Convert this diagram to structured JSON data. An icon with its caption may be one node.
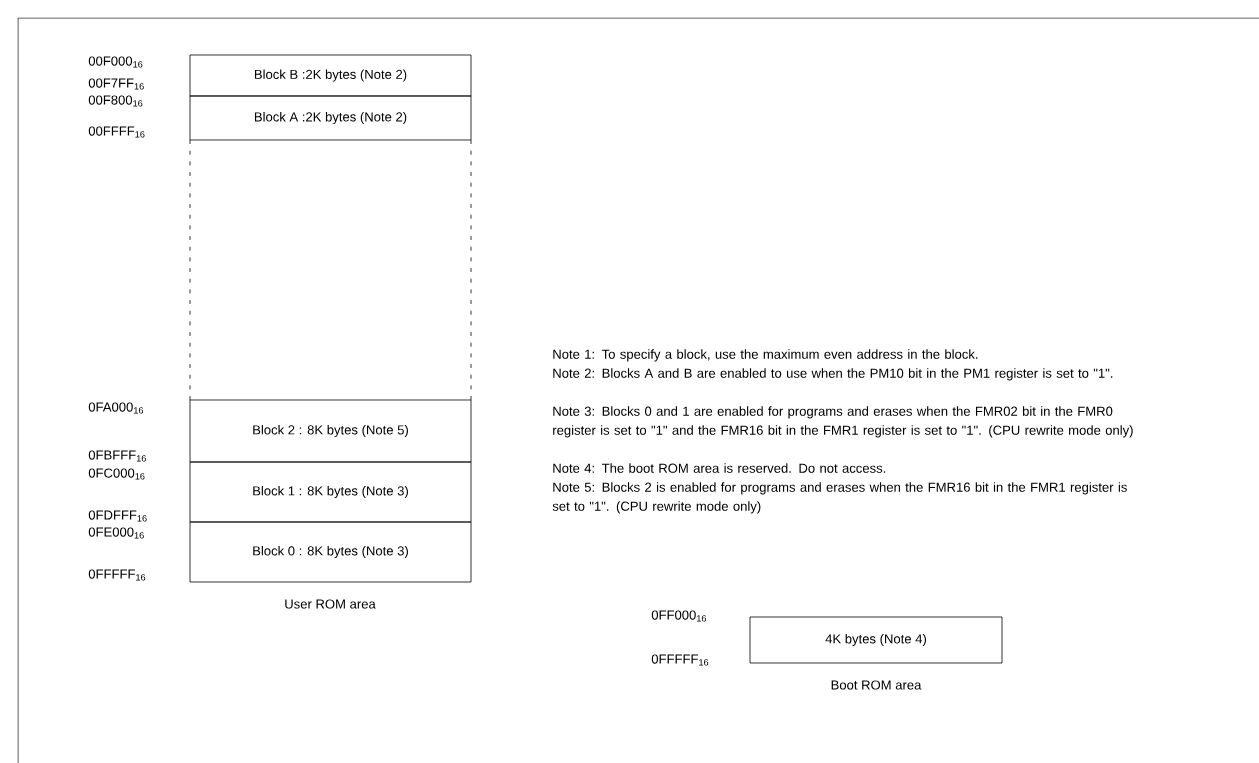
{
  "diagram": {
    "nodes": [
      {
        "text": [
          "Block B :2K bytes (Note 2)"
        ]
      },
      {
        "text": [
          "Block A :2K bytes (Note 2)"
        ]
      },
      {
        "text": [
          "Block 2 : 8K bytes (Note 5)"
        ]
      },
      {
        "text": [
          "Block 1 : 8K bytes (Note 3)"
        ]
      },
      {
        "text": [
          "Block 0 : 8K bytes (Note 3)"
        ]
      },
      {
        "text": [
          "4K bytes (Note 4)"
        ]
      }
    ],
    "labels": [
      "00F000$_{16}$",
      "00F7FF$_{16}$",
      "00F800$_{16}$",
      "00FFFF$_{16}$",
      "0FA000$_{16}$",
      "0FBFFF$_{16}$",
      "0FC000$_{16}$",
      "0FDFFF$_{16}$",
      "0FE000$_{16}$",
      "0FFFFF$_{16}$",
      "Note 1: To specify a block, use the maximum even address in the block.",
      "Note 2: Blocks A and B are enabled to use when the PM10 bit in the PM1 register is set to \"1\".",
      "Note 3: Blocks 0 and 1 are enabled for programs and erases when the FMR02 bit in the FMR0 register is set to \"1\" and the FMR16 bit in the FMR1 register is set to \"1\". (CPU rewrite mode only)",
      "Note 4: The boot ROM area is reserved. Do not access.",
      "Note 5: Blocks 2  is enabled for programs and erases when the FMR16 bit in the FMR1 register is set to \"1\". (CPU rewrite mode only)",
      "0FF000$_{16}$",
      "0FFFFF$_{16}$",
      "User ROM area",
      "Boot ROM area"
    ]
  }
}
